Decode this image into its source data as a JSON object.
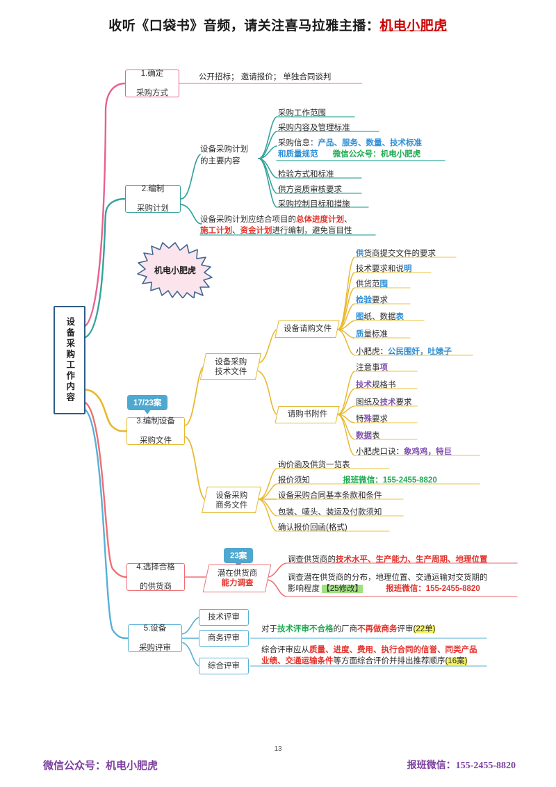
{
  "header": {
    "text_before": "收听《口袋书》音频，请关注喜马拉雅主播：",
    "highlight": "机电小肥虎"
  },
  "footer": {
    "page_number": "13",
    "left": "微信公众号：机电小肥虎",
    "right": "报班微信：155-2455-8820"
  },
  "root": {
    "label": "设备采购工作内容"
  },
  "decoration": {
    "starburst_label": "机电小肥虎"
  },
  "colors": {
    "branch_pink": "#e8608f",
    "branch_teal": "#35a39b",
    "branch_gold": "#e8b92e",
    "branch_blue": "#57b0d6",
    "branch_red": "#ef6e72",
    "accent_blue_text": "#2f8fd6",
    "accent_green_text": "#1faa52",
    "accent_red_text": "#e4322b",
    "accent_purple_text": "#8152b0",
    "badge_bg": "#4fa8cf",
    "root_border": "#2e5c88",
    "header_highlight": "#cc0000",
    "footer_text": "#7b3f9e",
    "highlight_green": "#9fe07f",
    "highlight_yellow": "#f6f26a"
  },
  "branches": [
    {
      "id": "b1",
      "title": "1.确定\n采购方式",
      "title_line1": "1.确定",
      "title_line2": "采购方式",
      "leaf_text": "公开招标；        邀请报价；        单独合同谈判"
    },
    {
      "id": "b2",
      "title_line1": "2.编制",
      "title_line2": "采购计划",
      "sub_title_line1": "设备采购计划",
      "sub_title_line2": "的主要内容",
      "items": [
        "采购工作范围",
        "采购内容及管理标准",
        "检验方式和标准",
        "供方资质审核要求",
        "采购控制目标和措施"
      ],
      "info_prefix": "采购信息：",
      "info_blue_1": "产品、服务、数量、技术标准",
      "info_blue_2": "和质量规范",
      "info_green": "微信公众号：机电小肥虎",
      "note_p1": "设备采购计划应结合项目的",
      "note_red_1": "总体进度计划",
      "note_p2": "、",
      "note_red_2": "施工计划",
      "note_p3": "、",
      "note_red_3": "资金计划",
      "note_p4": "进行编制，避免盲目性"
    },
    {
      "id": "b3",
      "title_line1": "3.编制设备",
      "title_line2": "采购文件",
      "badge": "17/23案",
      "tech_title_line1": "设备采购",
      "tech_title_line2": "技术文件",
      "req_title": "设备请购文件",
      "req_items": [
        {
          "pre": "",
          "hi": "供",
          "post": "货商提交文件的要求"
        },
        {
          "pre": "技术要求和说",
          "hi": "明",
          "post": ""
        },
        {
          "pre": "供货范",
          "hi": "围",
          "post": ""
        },
        {
          "pre": "",
          "hi": "检验",
          "post": "要求"
        },
        {
          "pre": "",
          "hi": "图",
          "post": "纸、数据",
          "hi2": "表"
        },
        {
          "pre": "",
          "hi": "质",
          "post": "量标准"
        }
      ],
      "req_mnemonic_label": "小肥虎：",
      "req_mnemonic": "公民围奸，吐婊子",
      "att_title": "请购书附件",
      "att_items": [
        {
          "pre": "注意事",
          "hi": "项",
          "post": ""
        },
        {
          "pre": "",
          "hi": "技术",
          "post": "规格书"
        },
        {
          "pre": "图纸及",
          "hi": "技术",
          "post": "要求"
        },
        {
          "pre": "特",
          "hi": "殊",
          "post": "要求"
        },
        {
          "pre": "",
          "hi": "数据",
          "post": "表"
        }
      ],
      "att_mnemonic_label": "小肥虎口诀：",
      "att_mnemonic": "象鸡鸡，特巨",
      "biz_title_line1": "设备采购",
      "biz_title_line2": "商务文件",
      "biz_items": [
        "询价函及供货一览表",
        "报价须知",
        "设备采购合同基本条款和条件",
        "包装、唛头、装运及付款须知",
        "确认报价回函(格式)"
      ],
      "biz_wechat": "报班微信：155-2455-8820"
    },
    {
      "id": "b4",
      "title_line1": "4.选择合格",
      "title_line2": "的供货商",
      "badge": "23案",
      "sub_line1": "潜在供货商",
      "sub_line2": "能力调查",
      "row1_pre": "调查供货商的",
      "row1_red": "技术水平、生产能力、生产周期、地理位置",
      "row2_a": "调查潜在供货商的分布，地理位置、交通运输对交货期的",
      "row2_b": "影响程度",
      "row2_hl": "【25修改】",
      "row2_wechat": "报班微信：155-2455-8820"
    },
    {
      "id": "b5",
      "title_line1": "5.设备",
      "title_line2": "采购评审",
      "items": [
        "技术评审",
        "商务评审",
        "综合评审"
      ],
      "biz_pre": "对于",
      "biz_green": "技术评审不合格",
      "biz_mid": "的厂商",
      "biz_red": "不再做商务",
      "biz_post": "评审",
      "biz_hl": "(22单)",
      "comp_pre": "综合评审应从",
      "comp_red_1": "质量、进度、费用、执行合同的信誉、同类产品",
      "comp_red_2": "业绩、交通运输条件",
      "comp_post": "等方面综合评价并排出推荐顺序",
      "comp_hl": "(16案)"
    }
  ]
}
